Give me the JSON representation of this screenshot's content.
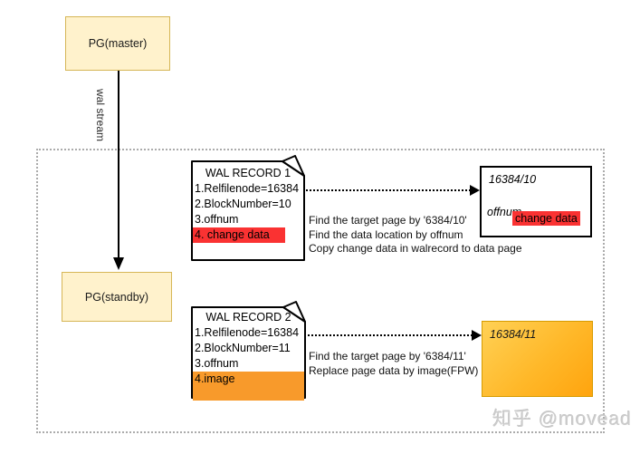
{
  "colors": {
    "pg_box_fill": "#fff2cc",
    "pg_box_border": "#d6b656",
    "red_highlight": "#fa3232",
    "orange_highlight": "#f89a2b",
    "orange_page_fill_top": "#ffd155",
    "orange_page_fill_bottom": "#ffa40e",
    "orange_page_border": "#d79b00"
  },
  "nodes": {
    "master": {
      "label": "PG(master)"
    },
    "standby": {
      "label": "PG(standby)"
    },
    "wal_stream": {
      "label": "wal stream"
    }
  },
  "wal_record_1": {
    "title": "WAL RECORD 1",
    "lines": [
      "1.Relfilenode=16384",
      "2.BlockNumber=10",
      "3.offnum"
    ],
    "highlight": "4. change data"
  },
  "wal_record_2": {
    "title": "WAL RECORD 2",
    "lines": [
      "1.Relfilenode=16384",
      "2.BlockNumber=11",
      "3.offnum"
    ],
    "highlight": "4.image"
  },
  "annotation_1": {
    "line1": "Find the target page by '6384/10'",
    "line2": "Find the data location by offnum",
    "line3": "Copy change data in walrecord to data page"
  },
  "annotation_2": {
    "line1": "Find the target page by '6384/11'",
    "line2": "Replace page data by image(FPW)"
  },
  "data_page_1": {
    "title": "16384/10",
    "offnum": "offnum",
    "highlight": "change data"
  },
  "data_page_2": {
    "title": "16384/11"
  },
  "watermark": "知乎 @movead"
}
